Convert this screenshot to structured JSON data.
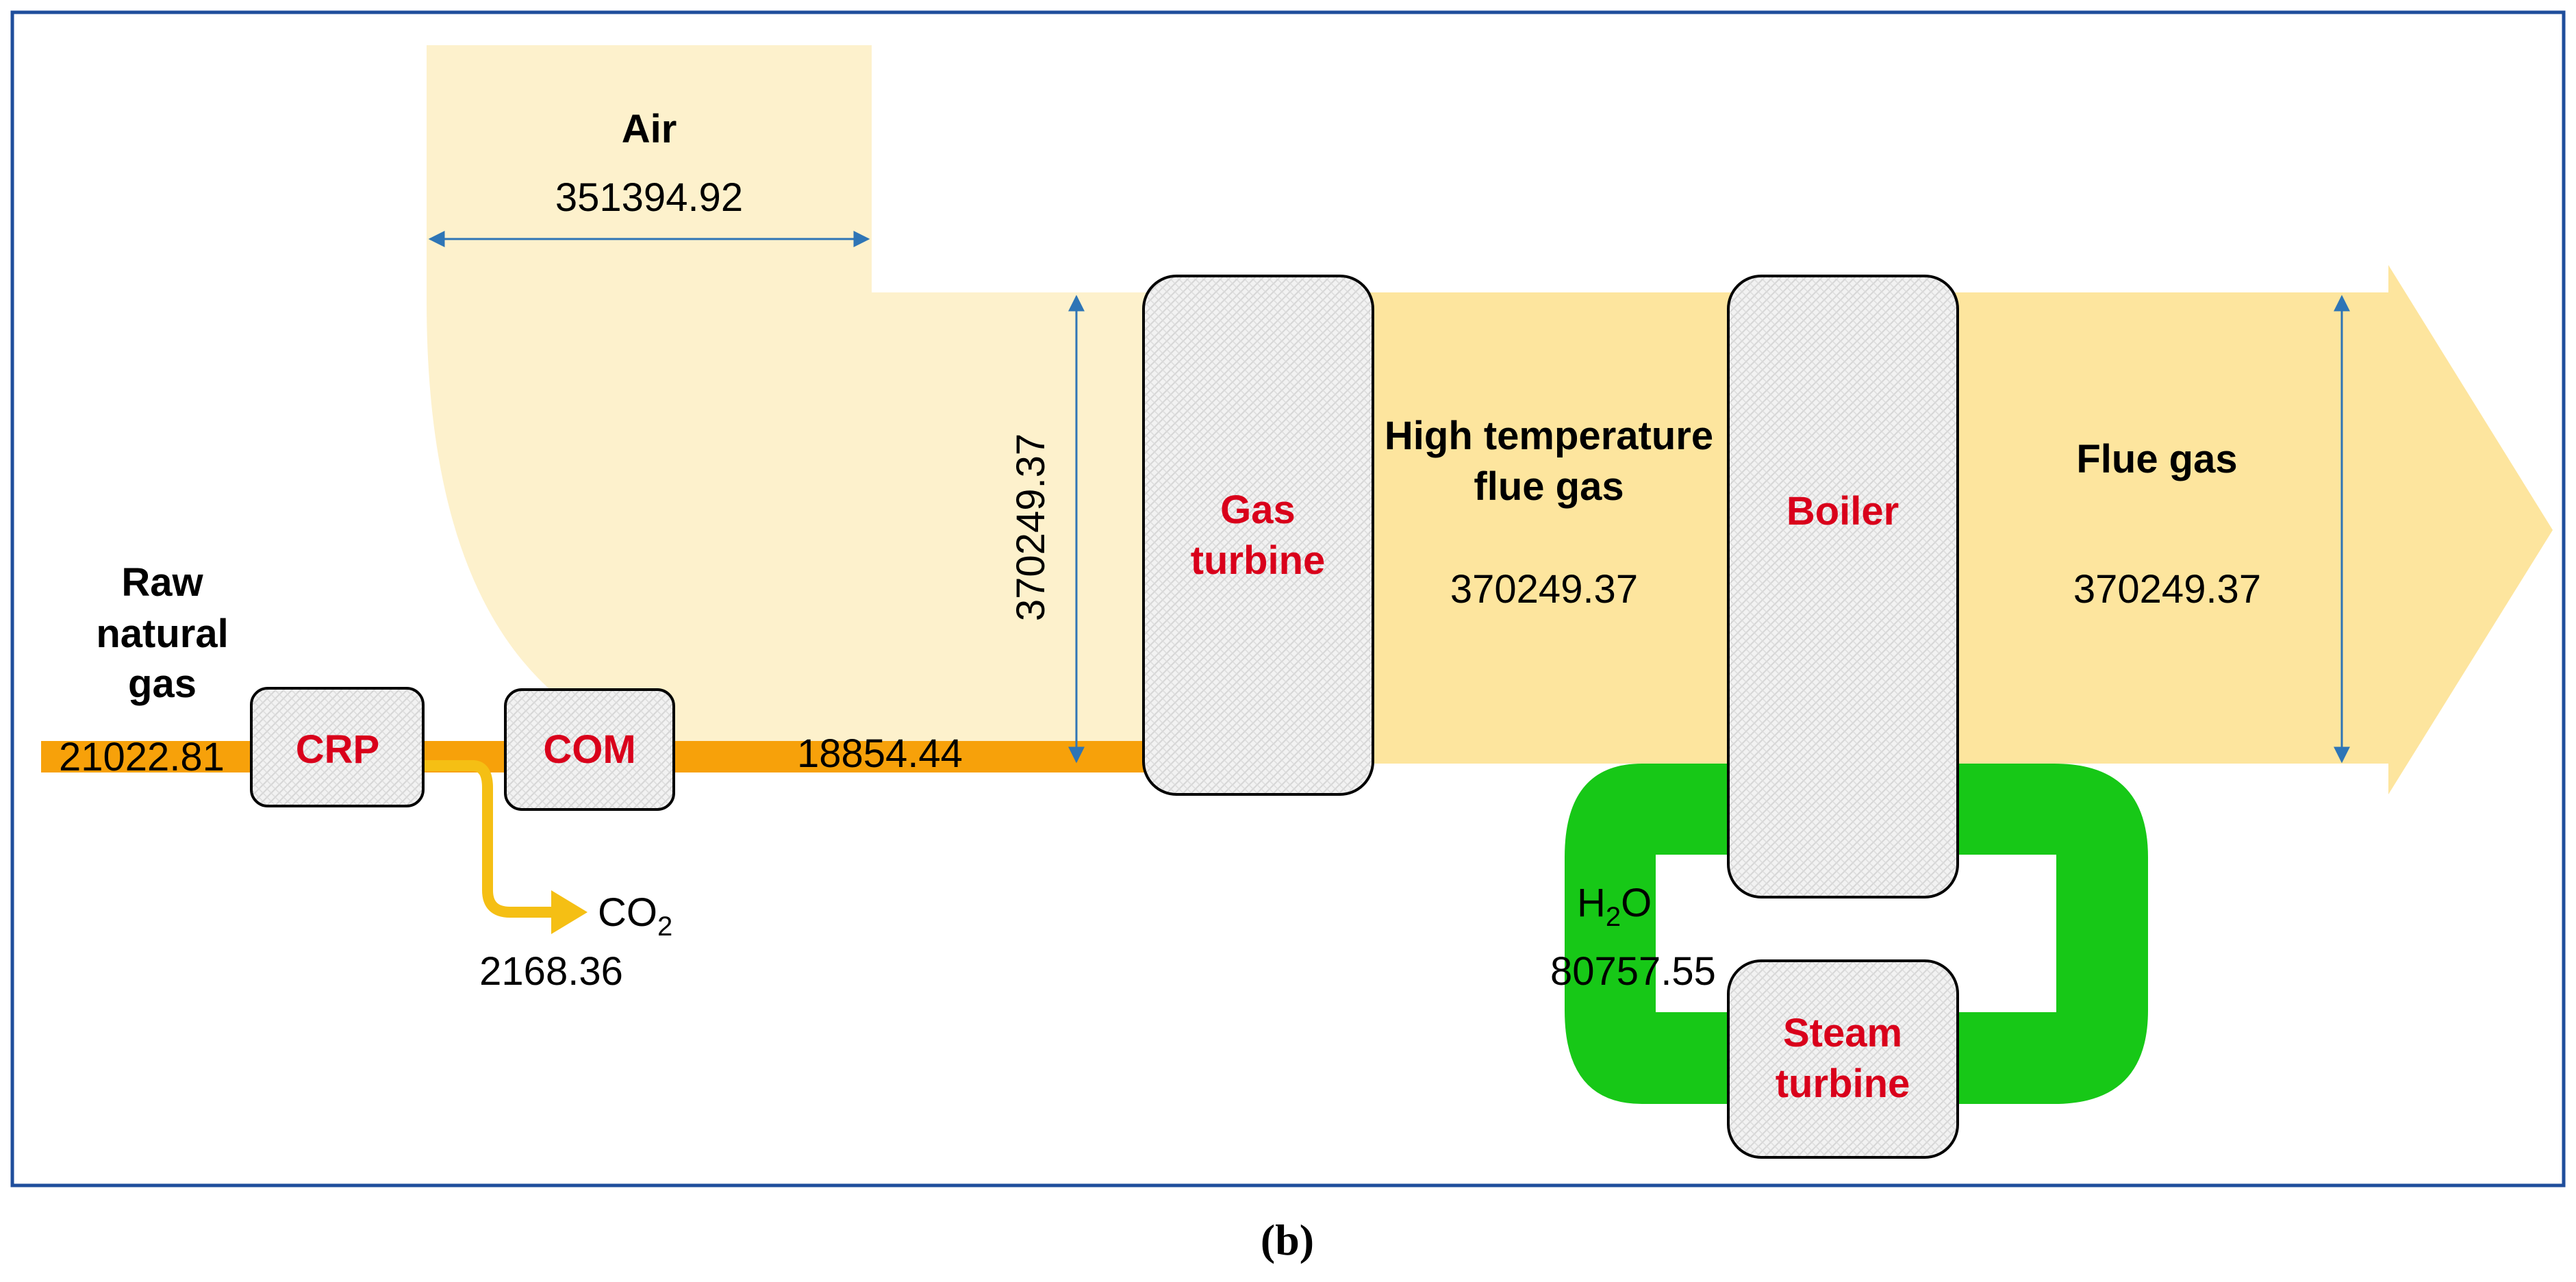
{
  "colors": {
    "frame": "#1f4e9c",
    "air": "#fdf1cc",
    "flue_gas": "#fde59e",
    "fuel": "#f7a10a",
    "co2": "#f5bf14",
    "water_loop": "#17c817",
    "unit_label": "#d9001b",
    "dimension_arrow": "#2e75b6"
  },
  "streams": {
    "air": {
      "name": "Air",
      "value": "351394.92"
    },
    "air_flue_width": {
      "value": "370249.37"
    },
    "raw_gas": {
      "name_line1": "Raw",
      "name_line2": "natural",
      "name_line3": "gas",
      "value": "21022.81"
    },
    "fuel_to_gt": {
      "value": "18854.44"
    },
    "co2": {
      "name": "CO",
      "subscript": "2",
      "value": "2168.36"
    },
    "ht_flue_gas": {
      "name_line1": "High temperature",
      "name_line2": "flue gas",
      "value": "370249.37"
    },
    "flue_gas": {
      "name": "Flue gas",
      "value": "370249.37"
    },
    "water": {
      "name_prefix": "H",
      "subscript": "2",
      "name_suffix": "O",
      "value": "80757.55"
    }
  },
  "units": {
    "crp": "CRP",
    "com": "COM",
    "gas_turbine_line1": "Gas",
    "gas_turbine_line2": "turbine",
    "boiler": "Boiler",
    "steam_turbine_line1": "Steam",
    "steam_turbine_line2": "turbine"
  },
  "caption": "(b)"
}
